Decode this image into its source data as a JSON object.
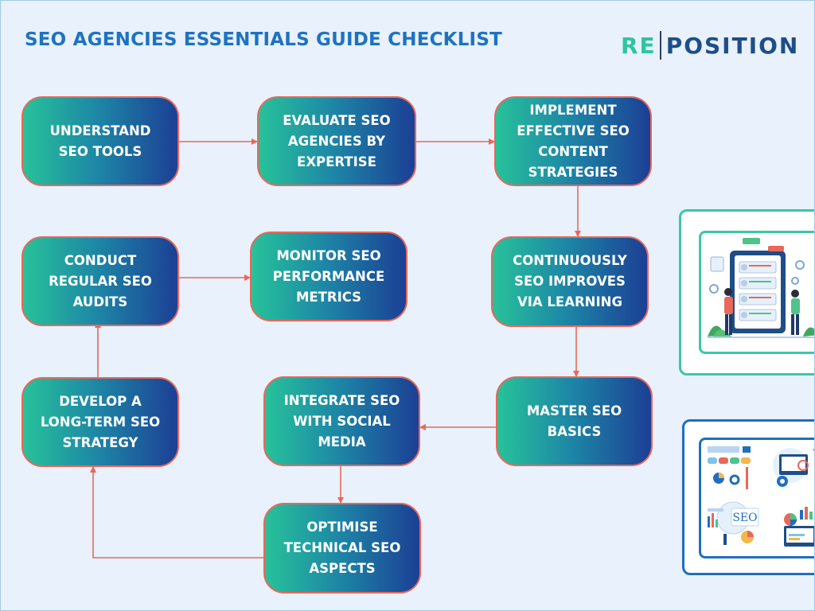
{
  "header": {
    "title": "SEO AGENCIES ESSENTIALS GUIDE CHECKLIST",
    "logo_left": "RE",
    "logo_right": "POSITION"
  },
  "steps": [
    {
      "lines": [
        "UNDERSTAND",
        "SEO TOOLS"
      ]
    },
    {
      "lines": [
        "EVALUATE SEO",
        "AGENCIES BY",
        "EXPERTISE"
      ]
    },
    {
      "lines": [
        "IMPLEMENT",
        "EFFECTIVE SEO",
        "CONTENT",
        "STRATEGIES"
      ]
    },
    {
      "lines": [
        "CONDUCT",
        "REGULAR SEO",
        "AUDITS"
      ]
    },
    {
      "lines": [
        "MONITOR SEO",
        "PERFORMANCE",
        "METRICS"
      ]
    },
    {
      "lines": [
        "CONTINUOUSLY",
        "SEO IMPROVES",
        "VIA LEARNING"
      ]
    },
    {
      "lines": [
        "DEVELOP A",
        "LONG-TERM SEO",
        "STRATEGY"
      ]
    },
    {
      "lines": [
        "INTEGRATE SEO",
        "WITH SOCIAL",
        "MEDIA"
      ]
    },
    {
      "lines": [
        "MASTER SEO",
        "BASICS"
      ]
    },
    {
      "lines": [
        "OPTIMISE",
        "TECHNICAL SEO",
        "ASPECTS"
      ]
    }
  ],
  "illustrations": {
    "seo_badge": "SEO"
  },
  "colors": {
    "title": "#1f72c2",
    "box_start": "#27c29a",
    "box_end": "#1c3f95",
    "arrow": "#e8685a",
    "panel_green": "#3cc7a6",
    "panel_blue": "#1f6fbe"
  }
}
